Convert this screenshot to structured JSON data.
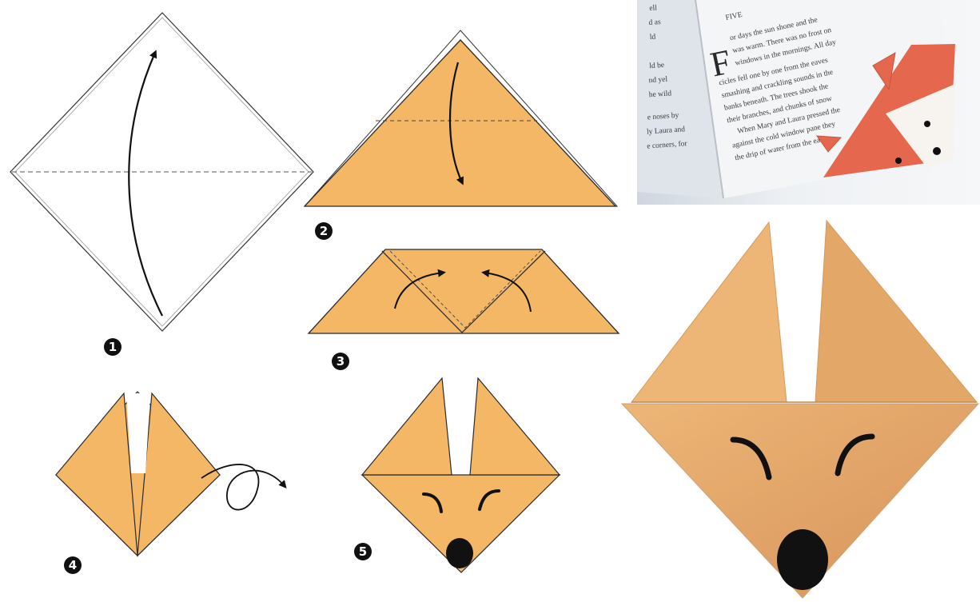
{
  "steps": [
    {
      "number": "1"
    },
    {
      "number": "2"
    },
    {
      "number": "3"
    },
    {
      "number": "4"
    },
    {
      "number": "5"
    }
  ],
  "colors": {
    "paper": "#F4B766",
    "paper_edge": "#2b2b2b",
    "photo_paper_light": "#E9AE6E",
    "photo_paper_dark": "#D9965A",
    "fox_red": "#E5684E",
    "ink": "#111111",
    "badge": "#111111"
  },
  "book": {
    "drop_cap": "F",
    "left_page_lines": [
      "ell",
      "d as",
      "ld",
      "ld be",
      "nd yel",
      "he wild",
      "e noses by",
      "ly Laura and",
      "e corners, for"
    ],
    "right_page_lines": [
      "or days the sun shone and the",
      "was warm. There was no frost on",
      "windows in the mornings. All day",
      "cicles fell one by one from the eaves",
      "smashing and crackling sounds in the",
      "banks beneath. The trees shook the",
      "their branches, and chunks of snow",
      "When Mary and Laura pressed the",
      "against the cold window pane they",
      "the drip of water from the eaves"
    ],
    "header_line": "FIVE"
  }
}
